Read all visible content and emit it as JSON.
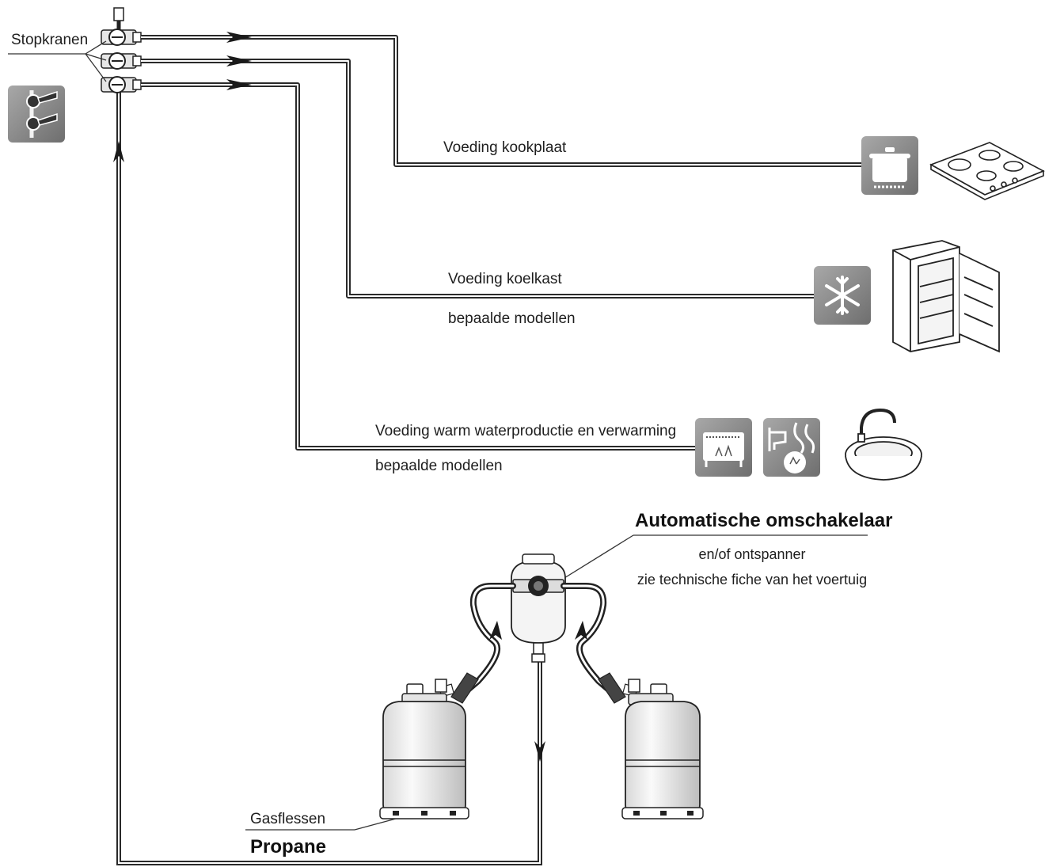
{
  "diagram": {
    "labels": {
      "stopkranen": "Stopkranen",
      "kookplaat": "Voeding kookplaat",
      "koelkast": "Voeding koelkast",
      "koelkast_note": "bepaalde modellen",
      "warmwater": "Voeding warm waterproductie en verwarming",
      "warmwater_note": "bepaalde modellen",
      "omschakelaar_title": "Automatische omschakelaar",
      "omschakelaar_line1": "en/of ontspanner",
      "omschakelaar_line2": "zie technische fiche van het voertuig",
      "gasflessen": "Gasflessen",
      "propane": "Propane"
    },
    "icons": [
      "stopcock-valves-icon",
      "cooking-pot-icon",
      "gas-hob-icon",
      "snowflake-icon",
      "refrigerator-icon",
      "heater-icon",
      "water-heater-icon",
      "sink-icon",
      "gas-bottle-icon",
      "regulator-icon"
    ],
    "colors": {
      "pipe": "#2a2a2a",
      "icon_bg": "#8a8a8a",
      "icon_fg": "#ffffff"
    }
  }
}
